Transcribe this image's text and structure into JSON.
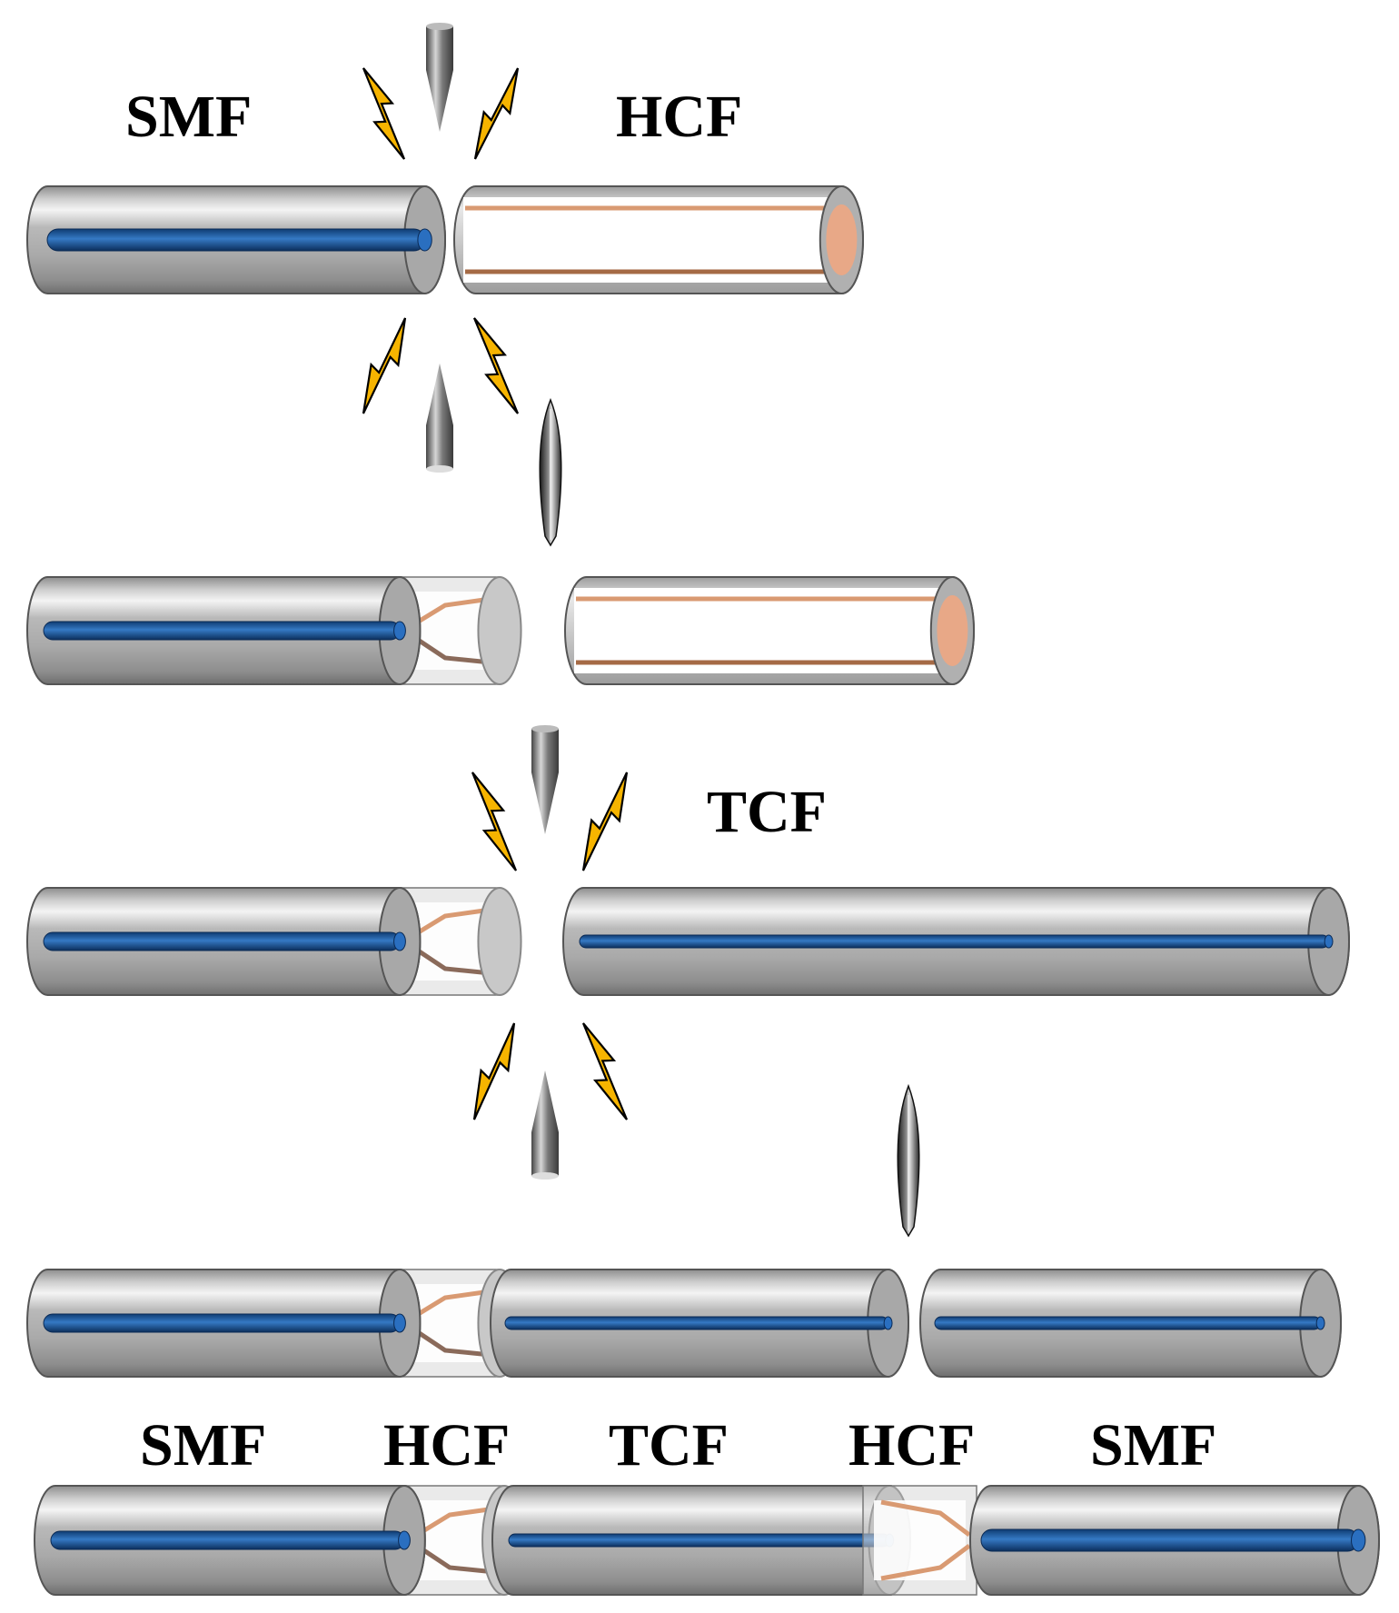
{
  "labels": {
    "step1_left": "SMF",
    "step1_right": "HCF",
    "step3_right": "TCF",
    "final": [
      "SMF",
      "HCF",
      "TCF",
      "HCF",
      "SMF"
    ]
  },
  "colors": {
    "core": "#1f5a9e",
    "hollow_wall": "#d99a72",
    "hollow_end": "#e8a887",
    "cladding": "#b3b3b3",
    "spark": "#f6b400",
    "background": "#ffffff"
  },
  "icons": {
    "electrode": "electrode-icon",
    "spark": "lightning-icon",
    "cleaver": "cleaver-blade-icon"
  }
}
